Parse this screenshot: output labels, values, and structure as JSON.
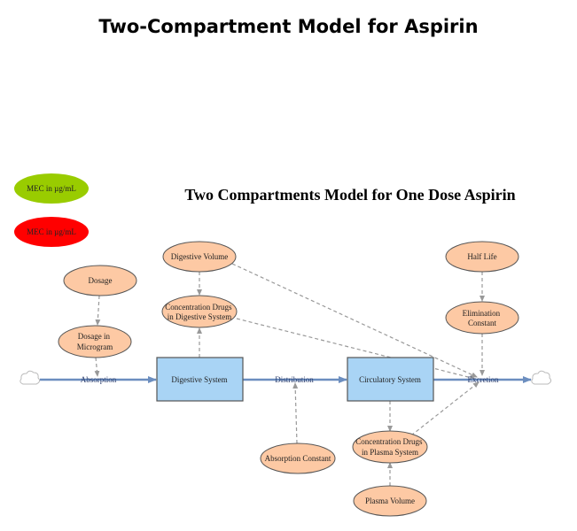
{
  "title": "Two-Compartment Model for Aspirin",
  "diagram_title": "Two Compartments Model for One Dose Aspirin",
  "legend": {
    "green": {
      "label": "MEC in µg/mL",
      "color": "#99cc00"
    },
    "red": {
      "label": "MEC in µg/mL",
      "color": "#ff0000"
    }
  },
  "stocks": {
    "digestive": "Digestive System",
    "circulatory": "Circulatory System"
  },
  "flows": {
    "absorption": "Absorption",
    "distribution": "Distribution",
    "excretion": "Excretion"
  },
  "variables": {
    "dosage": "Dosage",
    "dosage_microgram": [
      "Dosage in",
      "Microgram"
    ],
    "digestive_volume": "Digestive Volume",
    "conc_digestive": [
      "Concentration Drugs",
      "in Digestive System"
    ],
    "absorption_constant": "Absorption Constant",
    "half_life": "Half Life",
    "elimination_constant": [
      "Elimination",
      "Constant"
    ],
    "conc_plasma": [
      "Concentration Drugs",
      "in Plasma System"
    ],
    "plasma_volume": "Plasma Volume"
  },
  "colors": {
    "variable_fill": "#fdc9a4",
    "variable_stroke": "#555555",
    "stock_fill": "#a9d4f5",
    "flow_line": "#6c8ebf",
    "link_line": "#999999"
  }
}
